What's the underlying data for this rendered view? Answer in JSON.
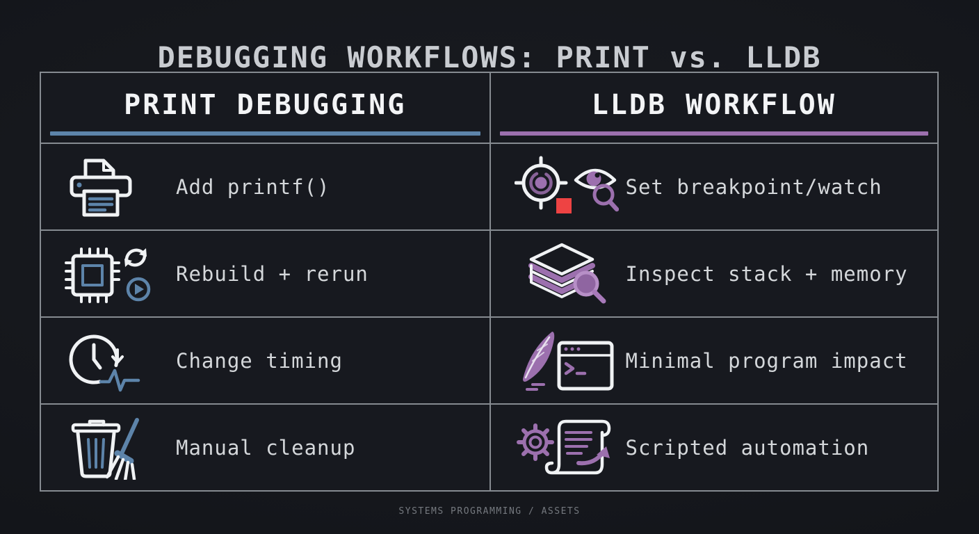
{
  "page": {
    "title": "DEBUGGING WORKFLOWS: PRINT vs. LLDB",
    "footer": "SYSTEMS PROGRAMMING / ASSETS"
  },
  "colors": {
    "background": "#15171c",
    "table_background": "#17191f",
    "border": "#868b91",
    "accent_blue": "#5d84aa",
    "accent_purple": "#9c70ae",
    "accent_red": "#ee4343",
    "title_text": "#c9ccd1",
    "header_text": "#f3f4f6",
    "row_text": "#d4d7da",
    "footer_text": "#75797f"
  },
  "table": {
    "columns": [
      {
        "header": "PRINT DEBUGGING",
        "accent": "#5d84aa",
        "rows": [
          {
            "icon": "printer-icon",
            "label": "Add printf()"
          },
          {
            "icon": "cpu-rebuild-icon",
            "label": "Rebuild + rerun"
          },
          {
            "icon": "clock-timing-icon",
            "label": "Change timing"
          },
          {
            "icon": "trash-broom-icon",
            "label": "Manual cleanup"
          }
        ]
      },
      {
        "header": "LLDB WORKFLOW",
        "accent": "#9c70ae",
        "rows": [
          {
            "icon": "breakpoint-watch-icon",
            "label": "Set breakpoint/watch"
          },
          {
            "icon": "stack-magnifier-icon",
            "label": "Inspect stack + memory"
          },
          {
            "icon": "feather-terminal-icon",
            "label": "Minimal program impact"
          },
          {
            "icon": "gear-script-icon",
            "label": "Scripted automation"
          }
        ]
      }
    ]
  }
}
